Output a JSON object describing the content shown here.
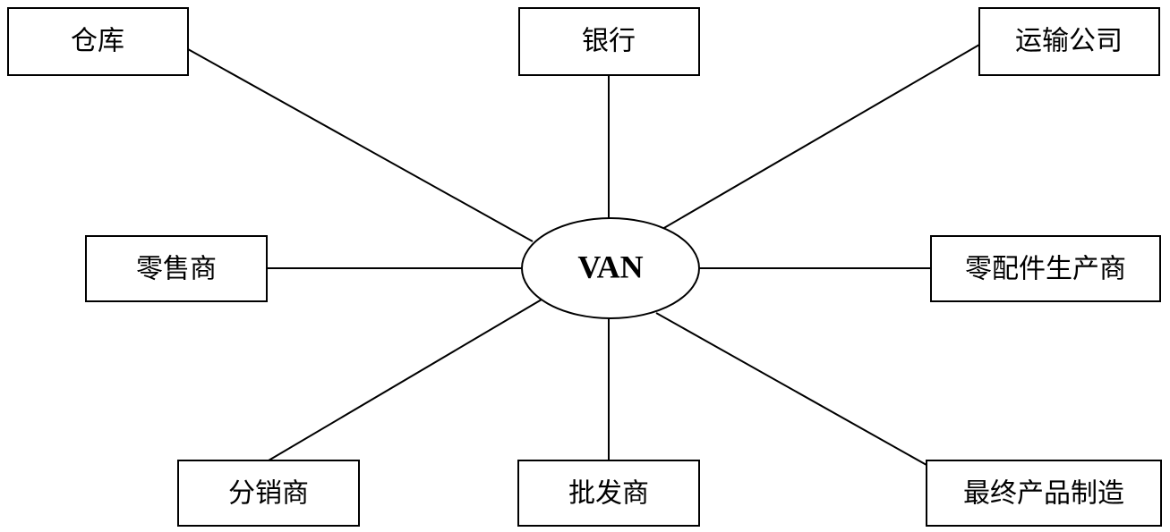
{
  "hub": {
    "label": "VAN"
  },
  "nodes": [
    {
      "label": "仓库"
    },
    {
      "label": "银行"
    },
    {
      "label": "运输公司"
    },
    {
      "label": "零售商"
    },
    {
      "label": "零配件生产商"
    },
    {
      "label": "分销商"
    },
    {
      "label": "批发商"
    },
    {
      "label": "最终产品制造"
    }
  ]
}
